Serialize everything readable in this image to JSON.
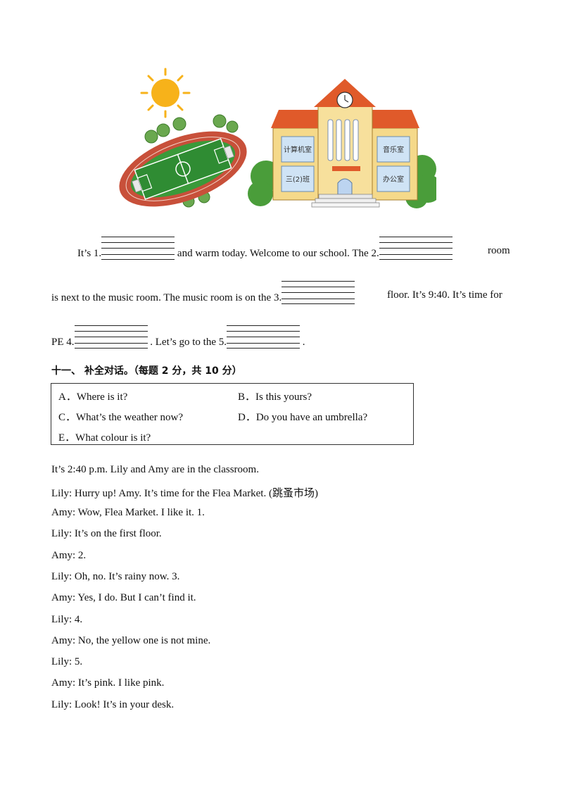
{
  "illustration": {
    "classroom_labels": [
      "计算机室",
      "音乐室",
      "三(2)班",
      "办公室"
    ]
  },
  "passage": {
    "line1_a": "It’s  1.",
    "line1_b": " and warm today. Welcome to our school. The  2.",
    "line1_c": "room",
    "line2_a": "is next to the music room. The music room is on the  3.",
    "line2_b": "floor. It’s 9:40. It’s time for",
    "line3_a": "PE  4.",
    "line3_b": " . Let’s go to the  5.",
    "line3_c": " ."
  },
  "section": {
    "heading": "十一、 补全对话。（每题 2 分，共 10 分）",
    "options": [
      {
        "label": "A．Where is it?"
      },
      {
        "label": "B．Is this yours?"
      },
      {
        "label": "C．What’s the weather now?"
      },
      {
        "label": "D．Do you have an umbrella?"
      },
      {
        "label": "E．What colour is it?"
      }
    ]
  },
  "dialogue": [
    "It’s 2:40 p.m. Lily and Amy are in the classroom.",
    "Lily: Hurry up! Amy. It’s time for the Flea Market. (跳蚤市场)",
    "Amy: Wow, Flea Market. I like it.  1.",
    "Lily: It’s on the first floor.",
    "Amy:  2.",
    "Lily: Oh, no. It’s rainy now.  3.",
    "Amy: Yes, I do. But I can’t find it.",
    "Lily:  4.",
    "Amy: No, the yellow one is not mine.",
    "Lily:  5.",
    "Amy: It’s pink. I like pink.",
    "Lily: Look! It’s in your desk."
  ]
}
